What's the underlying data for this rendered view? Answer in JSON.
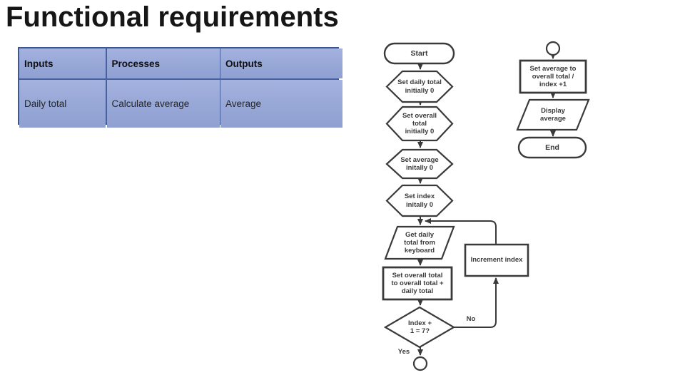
{
  "title": "Functional requirements",
  "table": {
    "headers": [
      "Inputs",
      "Processes",
      "Outputs"
    ],
    "row": [
      "Daily total",
      "Calculate average",
      "Average"
    ]
  },
  "flowchart": {
    "nodes": {
      "start": "Start",
      "set_daily_total": "Set daily total\ninitially 0",
      "set_overall_total": "Set overall\ntotal\ninitially 0",
      "set_average": "Set average\ninitally 0",
      "set_index": "Set index\ninitally 0",
      "get_daily_total": "Get daily\ntotal from\nkeyboard",
      "add_daily_total": "Set overall total\nto overall total +\ndaily total",
      "decision": "Index +\n1 = 7?",
      "increment_index": "Increment index",
      "calc_average": "Set average to\noverall total /\nindex +1",
      "display_average": "Display\naverage",
      "end": "End"
    },
    "edge_labels": {
      "no": "No",
      "yes": "Yes"
    }
  },
  "colors": {
    "title_text": "#161616",
    "table_background": "#97a7d6",
    "table_border": "#46619e",
    "shape_stroke": "#3a3a3a",
    "shape_fill": "#ffffff"
  }
}
